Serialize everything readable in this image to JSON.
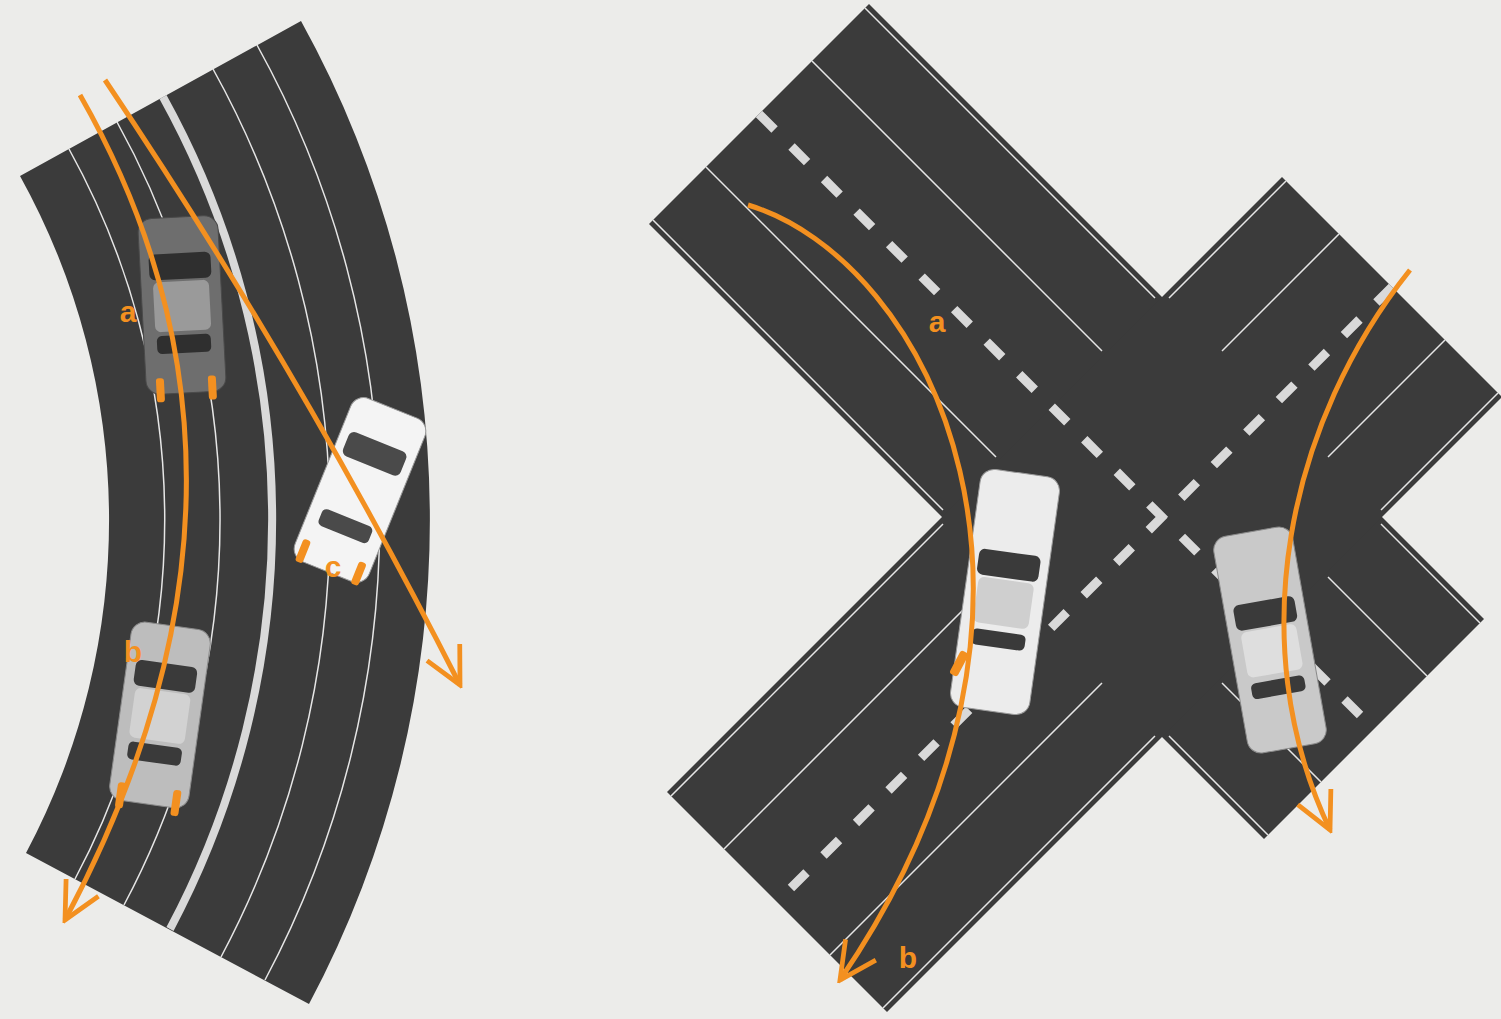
{
  "diagram": {
    "labels": [
      "a",
      "b",
      "c",
      "a",
      "b"
    ]
  }
}
